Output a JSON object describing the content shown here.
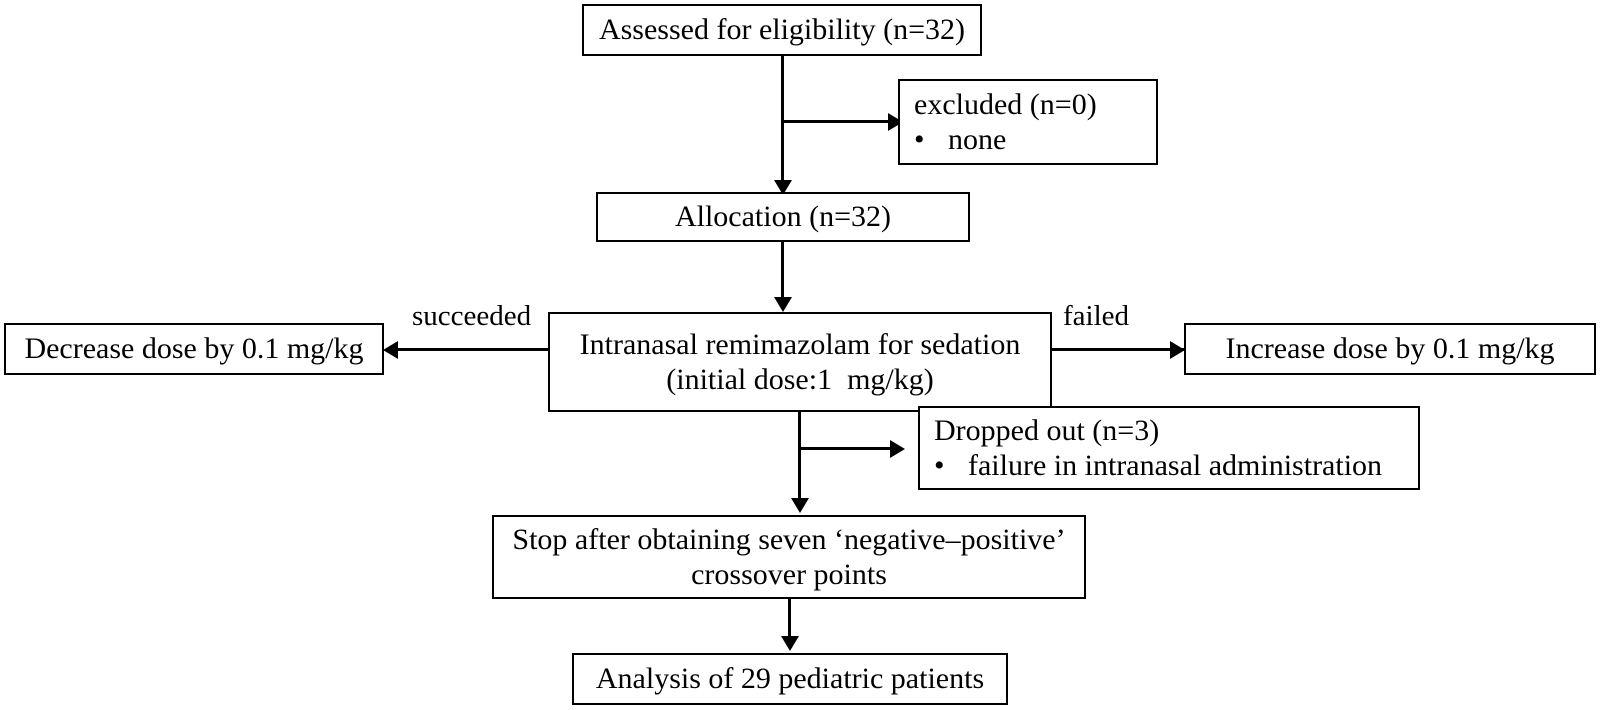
{
  "diagram": {
    "type": "flowchart",
    "title_box": {
      "label": "Assessed for eligibility (n=32)"
    },
    "excluded_box": {
      "heading": "excluded (n=0)",
      "bullet_glyph": "•",
      "bullet_item": "none"
    },
    "allocation_box": {
      "label": "Allocation (n=32)"
    },
    "sedation_box": {
      "line1": "Intranasal remimazolam for sedation",
      "line2": "(initial dose:1  mg/kg)"
    },
    "decrease_box": {
      "label": "Decrease dose by 0.1 mg/kg"
    },
    "increase_box": {
      "label": "Increase dose by 0.1 mg/kg"
    },
    "dropped_box": {
      "heading": "Dropped out (n=3)",
      "bullet_glyph": "•",
      "bullet_item": "failure in intranasal administration"
    },
    "stop_box": {
      "line1": "Stop after obtaining seven ‘negative–positive’",
      "line2": "crossover points"
    },
    "analysis_box": {
      "label": "Analysis of 29 pediatric patients"
    },
    "edge_labels": {
      "succeeded": "succeeded",
      "failed": "failed"
    },
    "colors": {
      "stroke": "#000000",
      "fill": "#ffffff",
      "text": "#000000"
    }
  }
}
